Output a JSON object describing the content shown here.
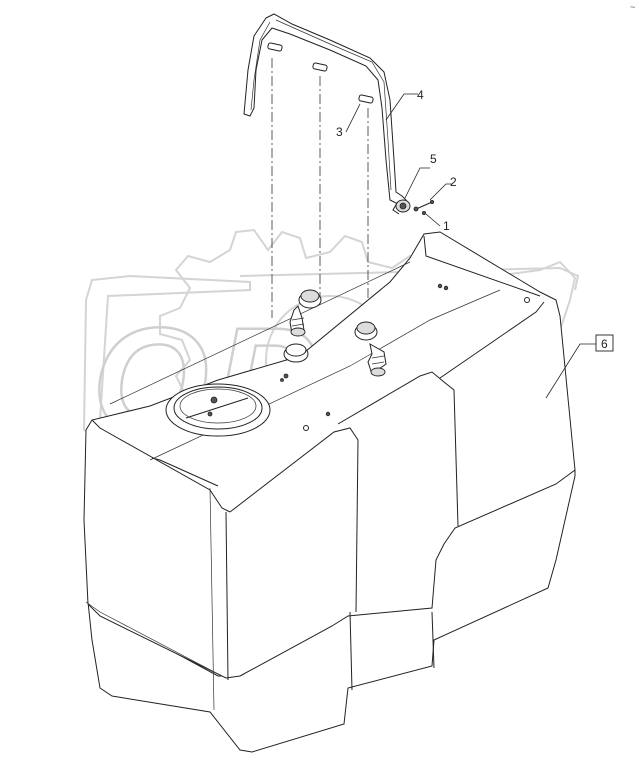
{
  "corner_mark": "~",
  "watermark": {
    "text": "OPEX"
  },
  "callouts": [
    {
      "id": "1",
      "label": "1"
    },
    {
      "id": "2",
      "label": "2"
    },
    {
      "id": "3",
      "label": "3"
    },
    {
      "id": "4",
      "label": "4"
    },
    {
      "id": "5",
      "label": "5"
    },
    {
      "id": "6",
      "label": "6",
      "boxed": true
    }
  ],
  "icons": {
    "watermark_gear": "gear-icon"
  }
}
